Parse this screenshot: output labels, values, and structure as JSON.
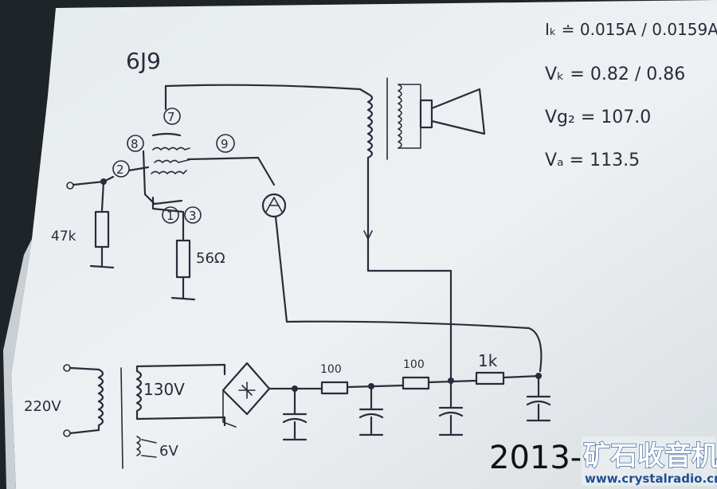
{
  "tube_label": "6J9",
  "pins": {
    "p7": "7",
    "p8": "8",
    "p9": "9",
    "p2": "2",
    "p1": "1",
    "p3": "3"
  },
  "resistors": {
    "grid": "47k",
    "cathode": "56Ω",
    "r1": "100",
    "r2": "100",
    "r3": "1k"
  },
  "transformer": {
    "primary": "220V",
    "secondary_hv": "130V",
    "secondary_heater": "6V"
  },
  "measurements": {
    "ik": "Iₖ ≐ 0.015A / 0.0159A",
    "vk": "Vₖ = 0.82 / 0.86",
    "vg2": "Vg₂ = 107.0",
    "va": "Vₐ = 113.5"
  },
  "watermark": {
    "date": "2013-",
    "site_name": "矿石收音机",
    "url": "www.crystalradio.cn"
  }
}
